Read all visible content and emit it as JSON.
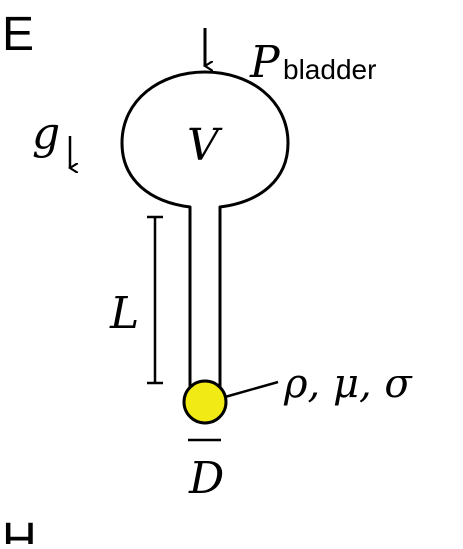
{
  "panel_label": "E",
  "next_panel_label": "H",
  "labels": {
    "pressure_symbol": "P",
    "pressure_subscript": "bladder",
    "gravity_symbol": "g",
    "volume_symbol": "V",
    "length_symbol": "L",
    "properties": "ρ, μ, σ",
    "diameter_symbol": "D"
  },
  "colors": {
    "stroke": "#000000",
    "droplet": "#f2ea14",
    "background": "#ffffff"
  },
  "icons": {
    "pressure_arrow": "arrow-down-icon",
    "gravity_arrow": "arrow-down-icon"
  }
}
